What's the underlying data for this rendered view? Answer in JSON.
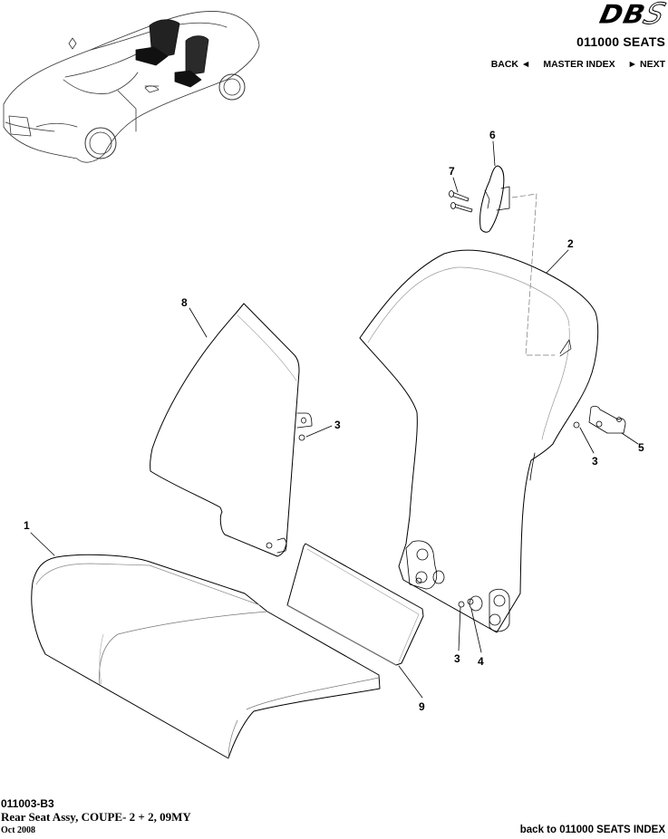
{
  "header": {
    "logo": {
      "primary": "DB",
      "accent": "S"
    },
    "section_title": "011000 SEATS",
    "nav": {
      "back": "BACK ◄",
      "master_index": "MASTER INDEX",
      "next": "► NEXT"
    }
  },
  "diagram": {
    "title": "Rear Seat Assy exploded view",
    "callouts": [
      {
        "id": "1",
        "label": "1",
        "part": "seat-cushion"
      },
      {
        "id": "2",
        "label": "2",
        "part": "seat-back"
      },
      {
        "id": "3a",
        "label": "3",
        "part": "bolt"
      },
      {
        "id": "3b",
        "label": "3",
        "part": "bolt"
      },
      {
        "id": "3c",
        "label": "3",
        "part": "bolt"
      },
      {
        "id": "4",
        "label": "4",
        "part": "washer"
      },
      {
        "id": "5",
        "label": "5",
        "part": "bracket"
      },
      {
        "id": "6",
        "label": "6",
        "part": "latch-bezel"
      },
      {
        "id": "7",
        "label": "7",
        "part": "screws"
      },
      {
        "id": "8",
        "label": "8",
        "part": "side-panel"
      },
      {
        "id": "9",
        "label": "9",
        "part": "pad"
      }
    ]
  },
  "footer": {
    "code": "011003-B3",
    "description": "Rear Seat Assy, COUPE- 2 + 2, 09MY",
    "date": "Oct 2008",
    "back_link": "back to 011000 SEATS INDEX"
  }
}
